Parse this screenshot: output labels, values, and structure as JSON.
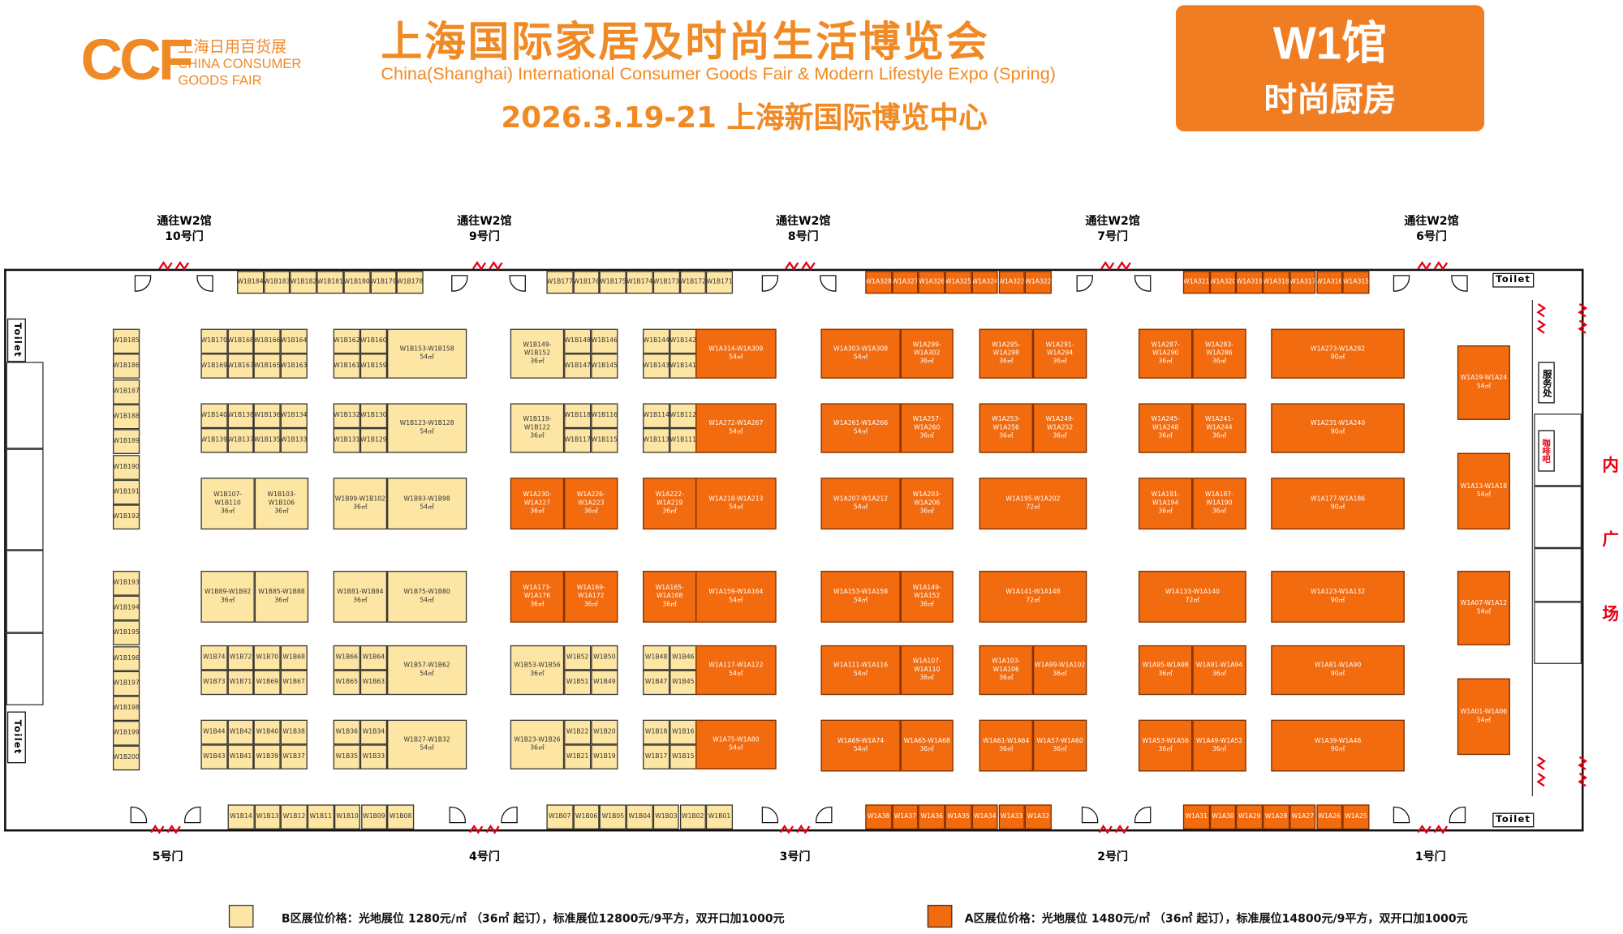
{
  "header": {
    "logo": {
      "ccf": "CCF",
      "cn": "上海日用百货展",
      "en_line1": "CHINA CONSUMER",
      "en_line2": "GOODS FAIR"
    },
    "title_cn": "上海国际家居及时尚生活博览会",
    "title_en": "China(Shanghai) International Consumer Goods Fair & Modern Lifestyle Expo (Spring)",
    "date_venue": "2026.3.19-21  上海新国际博览中心",
    "hall_name": "W1馆",
    "hall_theme": "时尚厨房"
  },
  "gates_top": [
    {
      "line1": "通往W2馆",
      "line2": "10号门"
    },
    {
      "line1": "通往W2馆",
      "line2": "9号门"
    },
    {
      "line1": "通往W2馆",
      "line2": "8号门"
    },
    {
      "line1": "通往W2馆",
      "line2": "7号门"
    },
    {
      "line1": "通往W2馆",
      "line2": "6号门"
    }
  ],
  "gates_bottom": [
    "5号门",
    "4号门",
    "3号门",
    "2号门",
    "1号门"
  ],
  "facilities": {
    "toilet": "Toilet",
    "service": "服务处",
    "cafe": "咖啡吧"
  },
  "plaza": [
    "内",
    "广",
    "场"
  ],
  "colors": {
    "zone_b": "#fde5a3",
    "zone_a": "#f26b0f",
    "brand": "#f08a24",
    "plaza_text": "#e60012"
  },
  "legend": {
    "b": "B区展位价格：光地展位 1280元/㎡ （36㎡ 起订），标准展位12800元/9平方，双开口加1000元",
    "a": "A区展位价格：光地展位 1480元/㎡ （36㎡ 起订），标准展位14800元/9平方，双开口加1000元"
  },
  "booths": {
    "top_b": [
      "W1B184",
      "W1B183",
      "W1B182",
      "W1B181",
      "W1B180",
      "W1B179",
      "W1B178",
      "W1B177",
      "W1B176",
      "W1B175",
      "W1B174",
      "W1B173",
      "W1B172",
      "W1B171"
    ],
    "top_a": [
      "W1A328",
      "W1A327",
      "W1A326",
      "W1A325",
      "W1A324",
      "W1A323",
      "W1A322",
      "W1A321",
      "W1A320",
      "W1A319",
      "W1A318",
      "W1A317",
      "W1A316",
      "W1A315"
    ],
    "bottom_b": [
      "W1B14",
      "W1B13",
      "W1B12",
      "W1B11",
      "W1B10",
      "W1B09",
      "W1B08",
      "W1B07",
      "W1B06",
      "W1B05",
      "W1B04",
      "W1B03",
      "W1B02",
      "W1B01"
    ],
    "bottom_a": [
      "W1A38",
      "W1A37",
      "W1A36",
      "W1A35",
      "W1A34",
      "W1A33",
      "W1A32",
      "W1A31",
      "W1A30",
      "W1A29",
      "W1A28",
      "W1A27",
      "W1A26",
      "W1A25"
    ],
    "left_col": [
      "W1B185",
      "W1B186",
      "W1B187",
      "W1B188",
      "W1B189",
      "W1B190",
      "W1B191",
      "W1B192",
      "W1B193",
      "W1B194",
      "W1B195",
      "W1B196",
      "W1B197",
      "W1B198",
      "W1B199",
      "W1B200"
    ],
    "blocks": [
      {
        "zone": "b",
        "cells": [
          "W1B170",
          "W1B168",
          "W1B166",
          "W1B164",
          "W1B169",
          "W1B167",
          "W1B165",
          "W1B163"
        ]
      },
      {
        "zone": "b",
        "cells": [
          "W1B162",
          "W1B160",
          "W1B161",
          "W1B159"
        ],
        "big": "W1B153-W1B158",
        "big_area": "54㎡"
      },
      {
        "zone": "b",
        "cells": [
          "W1B148",
          "W1B146",
          "W1B147",
          "W1B145"
        ],
        "big": "W1B149-W1B152",
        "big_area": "36㎡"
      },
      {
        "zone": "b",
        "cells": [
          "W1B144",
          "W1B142",
          "W1B143",
          "W1B141"
        ]
      },
      {
        "zone": "a",
        "big": "W1A314-W1A309",
        "big_area": "54㎡"
      },
      {
        "zone": "b",
        "cells": [
          "W1B140",
          "W1B138",
          "W1B136",
          "W1B134",
          "W1B139",
          "W1B137",
          "W1B135",
          "W1B133"
        ]
      },
      {
        "zone": "b",
        "cells": [
          "W1B132",
          "W1B130",
          "W1B131",
          "W1B129"
        ],
        "big": "W1B123-W1B128",
        "big_area": "54㎡"
      },
      {
        "zone": "b",
        "cells": [
          "W1B118",
          "W1B116",
          "W1B117",
          "W1B115"
        ],
        "big": "W1B119-W1B122",
        "big_area": "36㎡"
      },
      {
        "zone": "b",
        "cells": [
          "W1B114",
          "W1B112",
          "W1B113",
          "W1B111"
        ]
      },
      {
        "zone": "a",
        "big": "W1A272-W1A267",
        "big_area": "54㎡"
      },
      {
        "zone": "b",
        "cells": [
          "W1B74",
          "W1B72",
          "W1B70",
          "W1B68",
          "W1B73",
          "W1B71",
          "W1B69",
          "W1B67"
        ]
      },
      {
        "zone": "b",
        "cells": [
          "W1B66",
          "W1B64",
          "W1B65",
          "W1B63"
        ],
        "big": "W1B57-W1B62",
        "big_area": "54㎡"
      },
      {
        "zone": "b",
        "cells": [
          "W1B52",
          "W1B50",
          "W1B51",
          "W1B49"
        ],
        "big": "W1B53-W1B56",
        "big_area": "36㎡"
      },
      {
        "zone": "b",
        "cells": [
          "W1B48",
          "W1B46",
          "W1B47",
          "W1B45"
        ]
      },
      {
        "zone": "a",
        "big": "W1A117-W1A122",
        "big_area": "54㎡"
      },
      {
        "zone": "b",
        "cells": [
          "W1B44",
          "W1B42",
          "W1B40",
          "W1B38",
          "W1B43",
          "W1B41",
          "W1B39",
          "W1B37"
        ]
      },
      {
        "zone": "b",
        "cells": [
          "W1B36",
          "W1B34",
          "W1B35",
          "W1B33"
        ],
        "big": "W1B27-W1B32",
        "big_area": "54㎡"
      },
      {
        "zone": "b",
        "cells": [
          "W1B22",
          "W1B20",
          "W1B21",
          "W1B19"
        ],
        "big": "W1B23-W1B26",
        "big_area": "36㎡"
      },
      {
        "zone": "b",
        "cells": [
          "W1B18",
          "W1B16",
          "W1B17",
          "W1B15"
        ]
      },
      {
        "zone": "a",
        "big": "W1A75-W1A80",
        "big_area": "54㎡"
      }
    ],
    "rects": [
      {
        "zone": "b",
        "label": "W1B107-W1B110",
        "area": "36㎡"
      },
      {
        "zone": "b",
        "label": "W1B103-W1B106",
        "area": "36㎡"
      },
      {
        "zone": "b",
        "label": "W1B99-W1B102",
        "area": "36㎡"
      },
      {
        "zone": "b",
        "label": "W1B93-W1B98",
        "area": "54㎡"
      },
      {
        "zone": "a",
        "label": "W1A230-W1A227",
        "area": "36㎡"
      },
      {
        "zone": "a",
        "label": "W1A226-W1A223",
        "area": "36㎡"
      },
      {
        "zone": "a",
        "label": "W1A222-W1A219",
        "area": "36㎡"
      },
      {
        "zone": "a",
        "label": "W1A218-W1A213",
        "area": "54㎡"
      },
      {
        "zone": "b",
        "label": "W1B89-W1B92",
        "area": "36㎡"
      },
      {
        "zone": "b",
        "label": "W1B85-W1B88",
        "area": "36㎡"
      },
      {
        "zone": "b",
        "label": "W1B81-W1B84",
        "area": "36㎡"
      },
      {
        "zone": "b",
        "label": "W1B75-W1B80",
        "area": "54㎡"
      },
      {
        "zone": "a",
        "label": "W1A173-W1A176",
        "area": "36㎡"
      },
      {
        "zone": "a",
        "label": "W1A169-W1A172",
        "area": "36㎡"
      },
      {
        "zone": "a",
        "label": "W1A165-W1A168",
        "area": "36㎡"
      },
      {
        "zone": "a",
        "label": "W1A159-W1A164",
        "area": "54㎡"
      },
      {
        "zone": "a",
        "label": "W1A303-W1A308",
        "area": "54㎡"
      },
      {
        "zone": "a",
        "label": "W1A299-W1A302",
        "area": "36㎡"
      },
      {
        "zone": "a",
        "label": "W1A295-W1A298",
        "area": "36㎡"
      },
      {
        "zone": "a",
        "label": "W1A291-W1A294",
        "area": "36㎡"
      },
      {
        "zone": "a",
        "label": "W1A287-W1A290",
        "area": "36㎡"
      },
      {
        "zone": "a",
        "label": "W1A283-W1A286",
        "area": "36㎡"
      },
      {
        "zone": "a",
        "label": "W1A273-W1A282",
        "area": "90㎡"
      },
      {
        "zone": "a",
        "label": "W1A261-W1A266",
        "area": "54㎡"
      },
      {
        "zone": "a",
        "label": "W1A257-W1A260",
        "area": "36㎡"
      },
      {
        "zone": "a",
        "label": "W1A253-W1A256",
        "area": "36㎡"
      },
      {
        "zone": "a",
        "label": "W1A249-W1A252",
        "area": "36㎡"
      },
      {
        "zone": "a",
        "label": "W1A245-W1A248",
        "area": "36㎡"
      },
      {
        "zone": "a",
        "label": "W1A241-W1A244",
        "area": "36㎡"
      },
      {
        "zone": "a",
        "label": "W1A231-W1A240",
        "area": "90㎡"
      },
      {
        "zone": "a",
        "label": "W1A207-W1A212",
        "area": "54㎡"
      },
      {
        "zone": "a",
        "label": "W1A203-W1A206",
        "area": "36㎡"
      },
      {
        "zone": "a",
        "label": "W1A195-W1A202",
        "area": "72㎡"
      },
      {
        "zone": "a",
        "label": "W1A191-W1A194",
        "area": "36㎡"
      },
      {
        "zone": "a",
        "label": "W1A187-W1A190",
        "area": "36㎡"
      },
      {
        "zone": "a",
        "label": "W1A177-W1A186",
        "area": "90㎡"
      },
      {
        "zone": "a",
        "label": "W1A153-W1A158",
        "area": "54㎡"
      },
      {
        "zone": "a",
        "label": "W1A149-W1A152",
        "area": "36㎡"
      },
      {
        "zone": "a",
        "label": "W1A141-W1A148",
        "area": "72㎡"
      },
      {
        "zone": "a",
        "label": "W1A133-W1A140",
        "area": "72㎡"
      },
      {
        "zone": "a",
        "label": "W1A123-W1A132",
        "area": "90㎡"
      },
      {
        "zone": "a",
        "label": "W1A111-W1A116",
        "area": "54㎡"
      },
      {
        "zone": "a",
        "label": "W1A107-W1A110",
        "area": "36㎡"
      },
      {
        "zone": "a",
        "label": "W1A103-W1A106",
        "area": "36㎡"
      },
      {
        "zone": "a",
        "label": "W1A99-W1A102",
        "area": "36㎡"
      },
      {
        "zone": "a",
        "label": "W1A95-W1A98",
        "area": "36㎡"
      },
      {
        "zone": "a",
        "label": "W1A91-W1A94",
        "area": "36㎡"
      },
      {
        "zone": "a",
        "label": "W1A81-W1A90",
        "area": "90㎡"
      },
      {
        "zone": "a",
        "label": "W1A69-W1A74",
        "area": "54㎡"
      },
      {
        "zone": "a",
        "label": "W1A65-W1A68",
        "area": "36㎡"
      },
      {
        "zone": "a",
        "label": "W1A61-W1A64",
        "area": "36㎡"
      },
      {
        "zone": "a",
        "label": "W1A57-W1A60",
        "area": "36㎡"
      },
      {
        "zone": "a",
        "label": "W1A53-W1A56",
        "area": "36㎡"
      },
      {
        "zone": "a",
        "label": "W1A49-W1A52",
        "area": "36㎡"
      },
      {
        "zone": "a",
        "label": "W1A39-W1A48",
        "area": "90㎡"
      },
      {
        "zone": "a",
        "label": "W1A19-W1A24",
        "area": "54㎡"
      },
      {
        "zone": "a",
        "label": "W1A13-W1A18",
        "area": "54㎡"
      },
      {
        "zone": "a",
        "label": "W1A07-W1A12",
        "area": "54㎡"
      },
      {
        "zone": "a",
        "label": "W1A01-W1A06",
        "area": "54㎡"
      }
    ]
  }
}
